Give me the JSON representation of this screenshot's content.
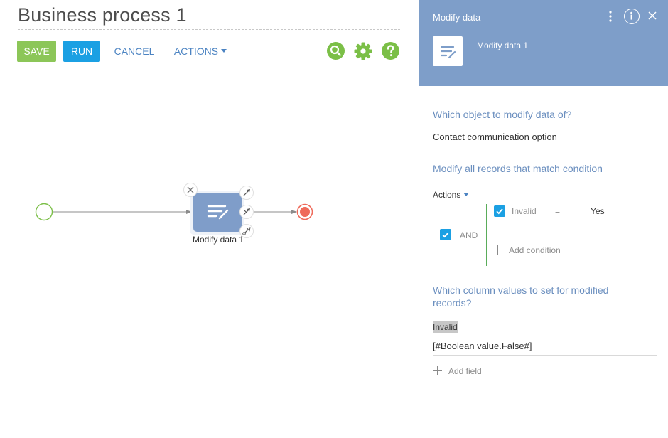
{
  "process": {
    "title": "Business process 1"
  },
  "toolbar": {
    "save_label": "SAVE",
    "run_label": "RUN",
    "cancel_label": "CANCEL",
    "actions_label": "ACTIONS",
    "icons": [
      "search-icon",
      "gear-icon",
      "help-icon"
    ]
  },
  "diagram": {
    "element_label": "Modify data 1",
    "element_icon": "edit-list-icon"
  },
  "panel": {
    "title": "Modify data",
    "element_name": "Modify data 1",
    "object_question": "Which object to modify data of?",
    "object_value": "Contact communication option",
    "condition_question": "Modify all records that match condition",
    "actions_label": "Actions",
    "group_operator": "AND",
    "condition": {
      "column": "Invalid",
      "operator": "=",
      "value": "Yes"
    },
    "add_condition_label": "Add condition",
    "columns_question": "Which column values to set for modified records?",
    "column_name": "Invalid",
    "column_value": "[#Boolean value.False#]",
    "add_field_label": "Add field"
  },
  "colors": {
    "save": "#8cc658",
    "run": "#1ba0e3",
    "panel_header": "#7e9ec9",
    "element": "#7f9dc9",
    "start_event": "#7bbf47",
    "end_event": "#ef6a5a"
  }
}
